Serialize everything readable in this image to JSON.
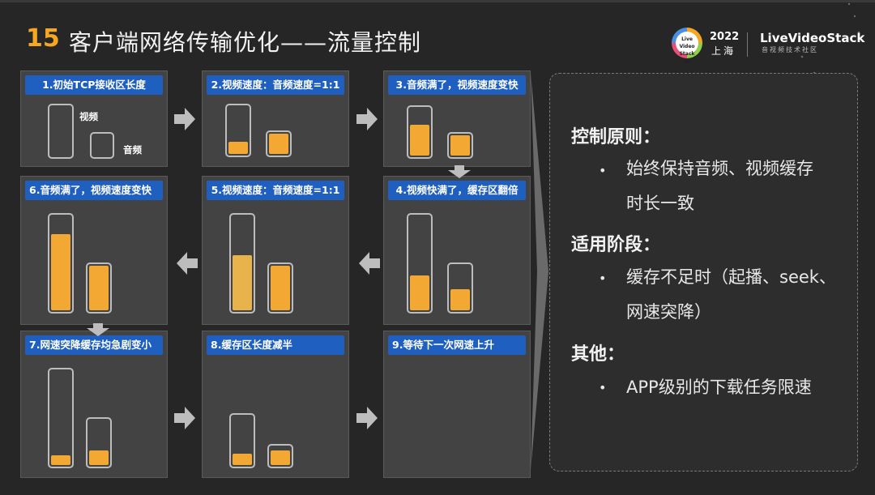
{
  "header": {
    "number": "15",
    "title": "客户端网络传输优化——流量控制"
  },
  "logo": {
    "badge": "Live Video Stack on",
    "year": "2022",
    "city": "上海",
    "brand": "LiveVideoStack",
    "subtitle": "音视频技术社区",
    "colors": [
      "#f5a623",
      "#8fd14f",
      "#e94e77",
      "#4a90e2"
    ]
  },
  "steps": [
    {
      "label": "1.初始TCP接收区长度",
      "video": 0.0,
      "audio": 0.0,
      "video_text": "视频",
      "audio_text": "音频"
    },
    {
      "label": "2.视频速度：音频速度=1:1",
      "video": 0.25,
      "audio": 0.85
    },
    {
      "label": "3.音频满了，视频速度变快",
      "video": 0.6,
      "audio": 0.85
    },
    {
      "label": "4.视频快满了，缓存区翻倍",
      "video": 0.37,
      "audio": 0.45
    },
    {
      "label": "5.视频速度：音频速度=1:1",
      "video": 0.6,
      "audio": 0.9
    },
    {
      "label": "6.音频满了，视频速度变快",
      "video": 0.8,
      "audio": 0.9
    },
    {
      "label": "7.网速突降缓存均急剧变小",
      "video": 0.1,
      "audio": 0.3
    },
    {
      "label": "8.缓存区长度减半",
      "video": 0.25,
      "audio": 0.7
    },
    {
      "label": "9.等待下一次网速上升"
    }
  ],
  "principles": {
    "h1": "控制原则：",
    "b1_line1": "始终保持音频、视频缓存",
    "b1_line2": "时长一致",
    "h2": "适用阶段：",
    "b2_line1": "缓存不足时（起播、seek、",
    "b2_line2": "网速突降）",
    "h3": "其他：",
    "b3_line1": "APP级别的下载任务限速",
    "bullet": "•"
  },
  "colors": {
    "accent": "#f5a623",
    "label_bg": "#1f5fbf",
    "fill": "#f2a833",
    "panel": "#434343"
  }
}
